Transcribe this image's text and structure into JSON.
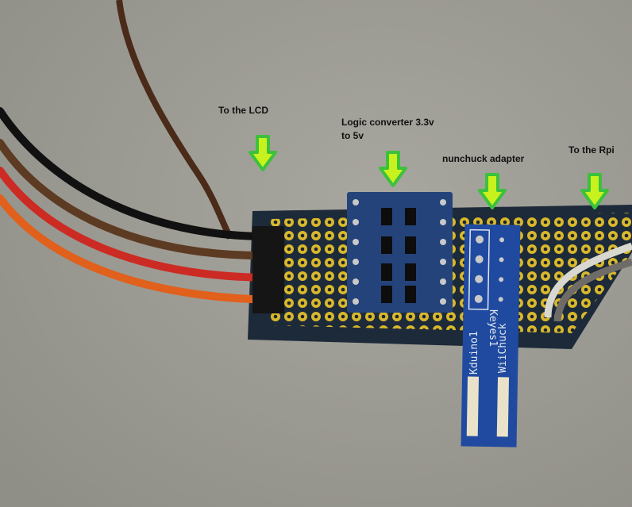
{
  "annotations": {
    "lcd": "To the LCD",
    "logic_line1": "Logic converter 3.3v",
    "logic_line2": "to 5v",
    "nunchuck": "nunchuck adapter",
    "rpi": "To the Rpi"
  },
  "board_print": {
    "line1": "Keyes1",
    "line2": "WiiChuck",
    "line3": "Kduino1"
  },
  "colors": {
    "background": "#9d9c94",
    "arrow_fill": "#c8f21e",
    "arrow_outline": "#3cc13c",
    "perfboard": "#1d2a3a",
    "pad": "#d8b82c",
    "module": "#24437a"
  }
}
